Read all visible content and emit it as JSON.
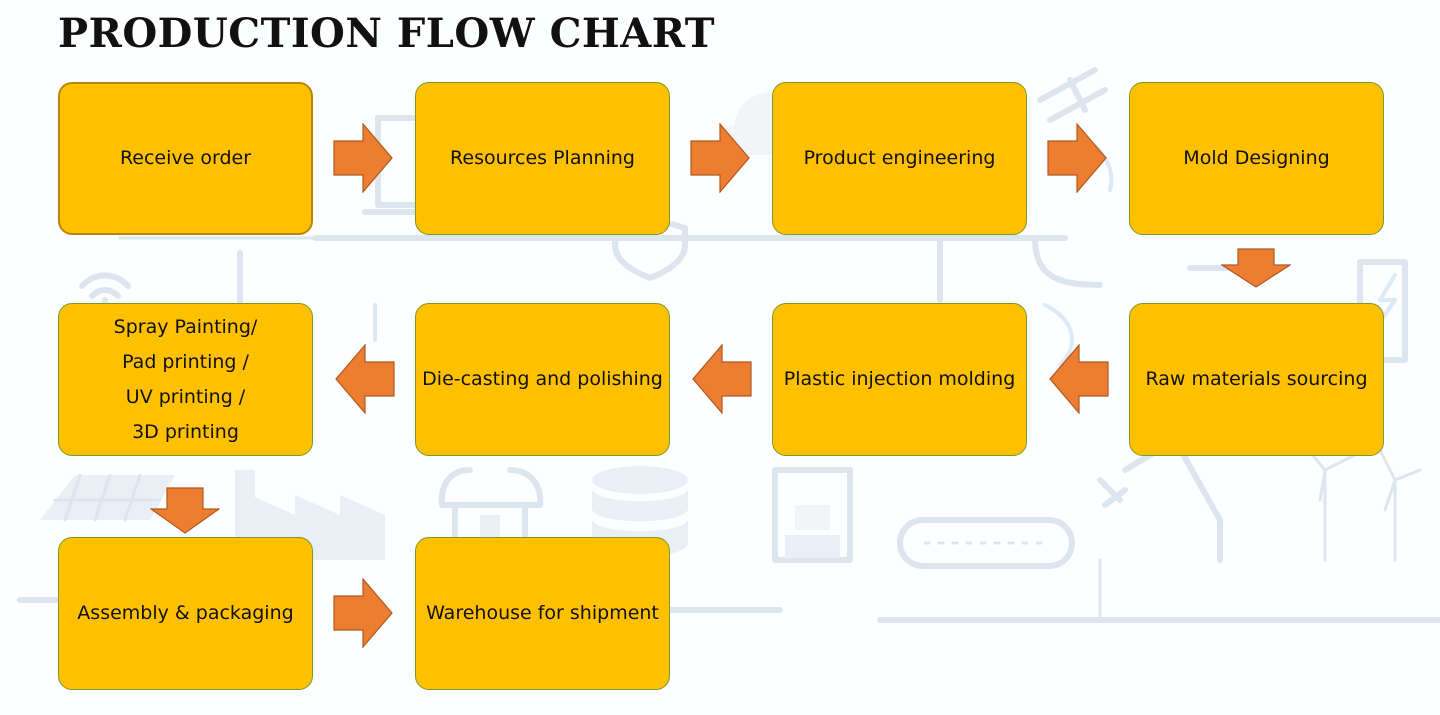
{
  "title": "PRODUCTION FLOW CHART",
  "colors": {
    "box_fill": "#ffc000",
    "box_border": "#7a9a28",
    "arrow_fill": "#ed7d31",
    "arrow_border": "#ae5a21"
  },
  "steps": [
    {
      "label": "Receive order"
    },
    {
      "label": "Resources Planning"
    },
    {
      "label": "Product engineering"
    },
    {
      "label": "Mold Designing"
    },
    {
      "label": "Raw materials sourcing"
    },
    {
      "label": "Plastic injection molding"
    },
    {
      "label": "Die-casting and polishing"
    },
    {
      "label": "Spray Painting/\nPad printing /\nUV printing /\n3D printing"
    },
    {
      "label": "Assembly & packaging"
    },
    {
      "label": "Warehouse for shipment"
    }
  ],
  "arrows": [
    {
      "from": 1,
      "to": 2,
      "direction": "right"
    },
    {
      "from": 2,
      "to": 3,
      "direction": "right"
    },
    {
      "from": 3,
      "to": 4,
      "direction": "right"
    },
    {
      "from": 4,
      "to": 5,
      "direction": "down"
    },
    {
      "from": 5,
      "to": 6,
      "direction": "left"
    },
    {
      "from": 6,
      "to": 7,
      "direction": "left"
    },
    {
      "from": 7,
      "to": 8,
      "direction": "left"
    },
    {
      "from": 8,
      "to": 9,
      "direction": "down"
    },
    {
      "from": 9,
      "to": 10,
      "direction": "right"
    }
  ]
}
